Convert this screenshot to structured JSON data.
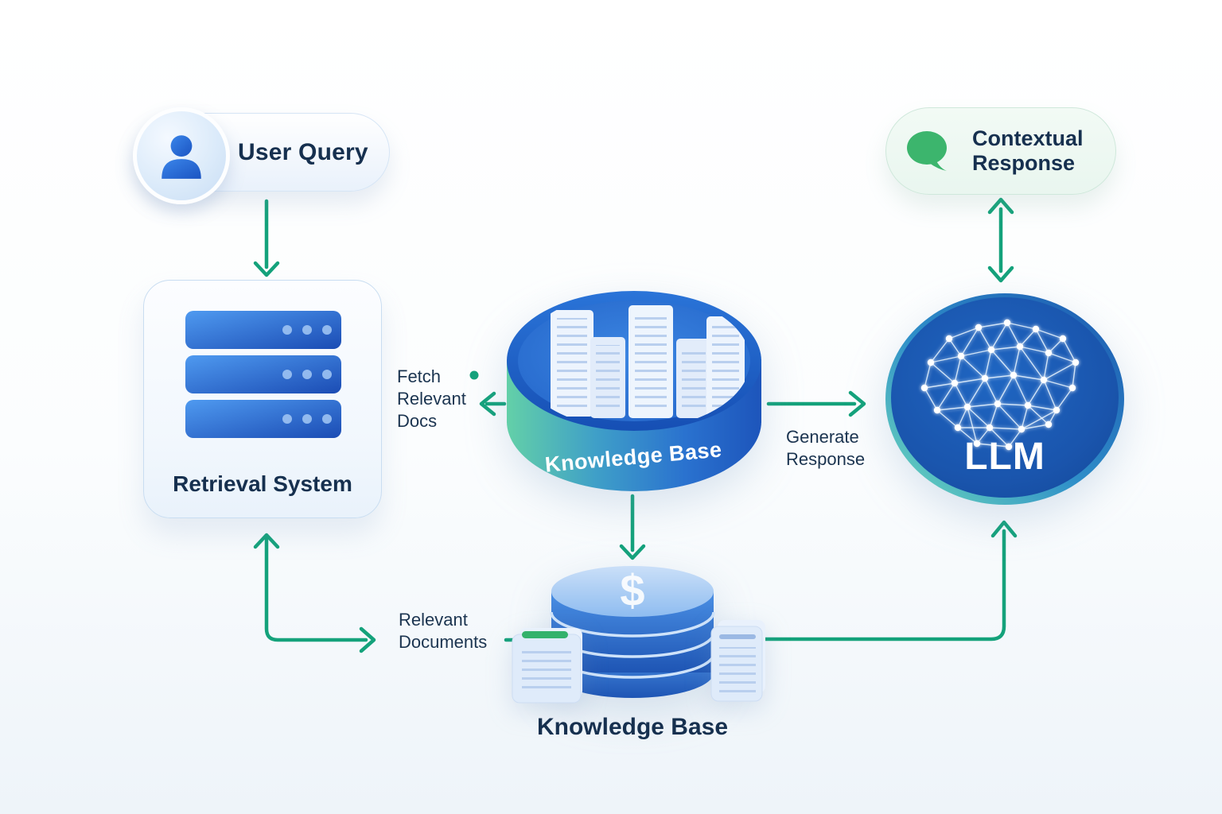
{
  "nodes": {
    "user_query": {
      "label": "User Query"
    },
    "retrieval_system": {
      "label": "Retrieval System"
    },
    "knowledge_base": {
      "label": "Knowledge Base"
    },
    "llm": {
      "label": "LLM"
    },
    "contextual_response": {
      "label": "Contextual Response"
    },
    "knowledge_base_db": {
      "label": "Knowledge Base",
      "symbol": "$"
    }
  },
  "edges": {
    "fetch_relevant_docs": {
      "label": "Fetch Relevant Docs"
    },
    "generate_response": {
      "label": "Generate Response"
    },
    "relevant_documents": {
      "label": "Relevant Documents"
    }
  },
  "icons": {
    "user": "user-icon",
    "chat": "chat-bubble-icon",
    "server": "server-stack-icon",
    "documents": "documents-icon",
    "database": "database-icon",
    "neural_network": "neural-network-icon"
  },
  "colors": {
    "arrow_green": "#14a27b",
    "label_navy": "#1b3450",
    "title_navy": "#16304f",
    "chat_green": "#3cb56d",
    "server_blue": "#2a6fd8",
    "cylinder_teal": "#5ecda6",
    "cylinder_blue": "#2264cc",
    "db_blue": "#2e6fd0",
    "pill_border_blue": "#d6e5f5",
    "pill_border_green": "#cfe8db",
    "background": "#fbfdfe"
  }
}
